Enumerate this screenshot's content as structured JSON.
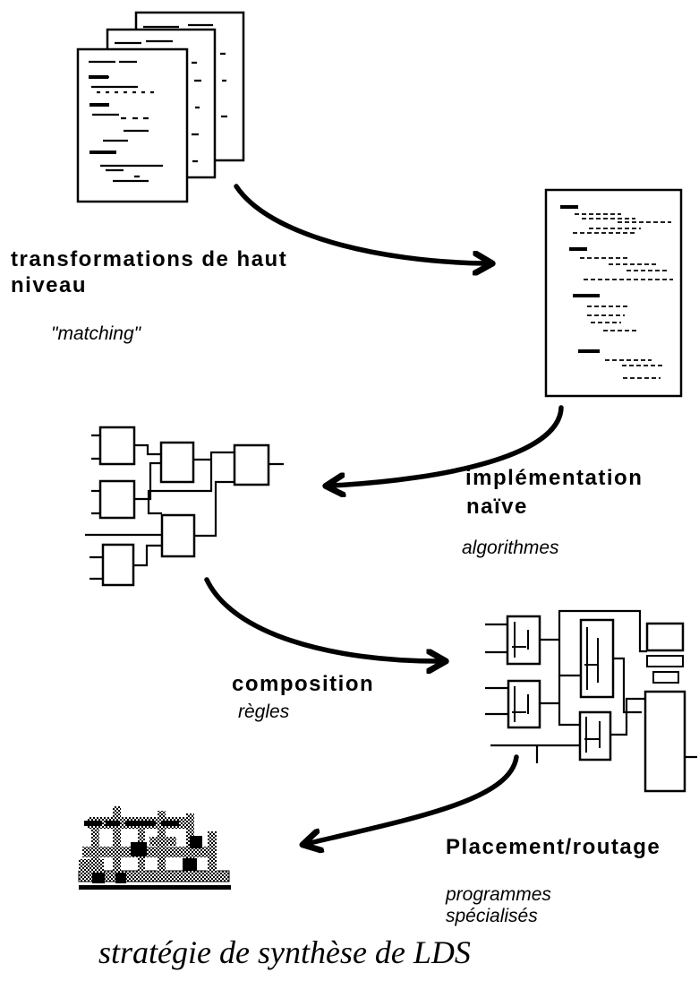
{
  "steps": [
    {
      "title_line1": "transformations de haut",
      "title_line2": "niveau",
      "subtitle": "\"matching\""
    },
    {
      "title_line1": "implémentation",
      "title_line2": "naïve",
      "subtitle": "algorithmes"
    },
    {
      "title": "composition",
      "subtitle": "règles"
    },
    {
      "title": "Placement/routage",
      "subtitle_line1": "programmes",
      "subtitle_line2": "spécialisés"
    }
  ],
  "caption": "stratégie de synthèse de LDS",
  "icons": [
    "specification-pages-icon",
    "algorithm-listing-icon",
    "gate-network-icon",
    "optimized-circuit-icon",
    "layout-icon"
  ],
  "colors": {
    "ink": "#000000",
    "background": "#ffffff",
    "dither": "#9a9a9a"
  }
}
